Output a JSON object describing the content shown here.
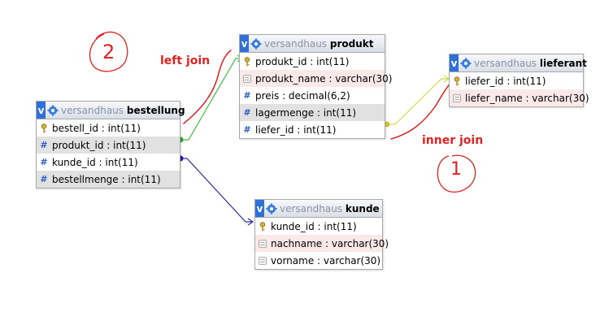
{
  "annotations": {
    "left_join": "left join",
    "inner_join": "inner join",
    "circle_two": "2",
    "circle_one": "1"
  },
  "colors": {
    "annotation": "#e02222",
    "left_join_line": "#3fbf3f",
    "inner_join_line": "#d8d84a",
    "kunde_line": "#2a2ab0",
    "header_badge": "#2e6fd8"
  },
  "tables": {
    "bestellung": {
      "db": "versandhaus",
      "name": "bestellung",
      "columns": [
        {
          "label": "bestell_id : int(11)",
          "icon": "key-icon"
        },
        {
          "label": "produkt_id : int(11)",
          "icon": "numeric-icon"
        },
        {
          "label": "kunde_id : int(11)",
          "icon": "numeric-icon"
        },
        {
          "label": "bestellmenge : int(11)",
          "icon": "numeric-icon"
        }
      ]
    },
    "produkt": {
      "db": "versandhaus",
      "name": "produkt",
      "columns": [
        {
          "label": "produkt_id : int(11)",
          "icon": "key-icon"
        },
        {
          "label": "produkt_name : varchar(30)",
          "icon": "text-icon"
        },
        {
          "label": "preis : decimal(6,2)",
          "icon": "numeric-icon"
        },
        {
          "label": "lagermenge : int(11)",
          "icon": "numeric-icon"
        },
        {
          "label": "liefer_id : int(11)",
          "icon": "numeric-icon"
        }
      ]
    },
    "lieferant": {
      "db": "versandhaus",
      "name": "lieferant",
      "columns": [
        {
          "label": "liefer_id : int(11)",
          "icon": "key-icon"
        },
        {
          "label": "liefer_name : varchar(30)",
          "icon": "text-icon"
        }
      ]
    },
    "kunde": {
      "db": "versandhaus",
      "name": "kunde",
      "columns": [
        {
          "label": "kunde_id : int(11)",
          "icon": "key-icon"
        },
        {
          "label": "nachname : varchar(30)",
          "icon": "text-icon"
        },
        {
          "label": "vorname : varchar(30)",
          "icon": "text-icon"
        }
      ]
    }
  }
}
